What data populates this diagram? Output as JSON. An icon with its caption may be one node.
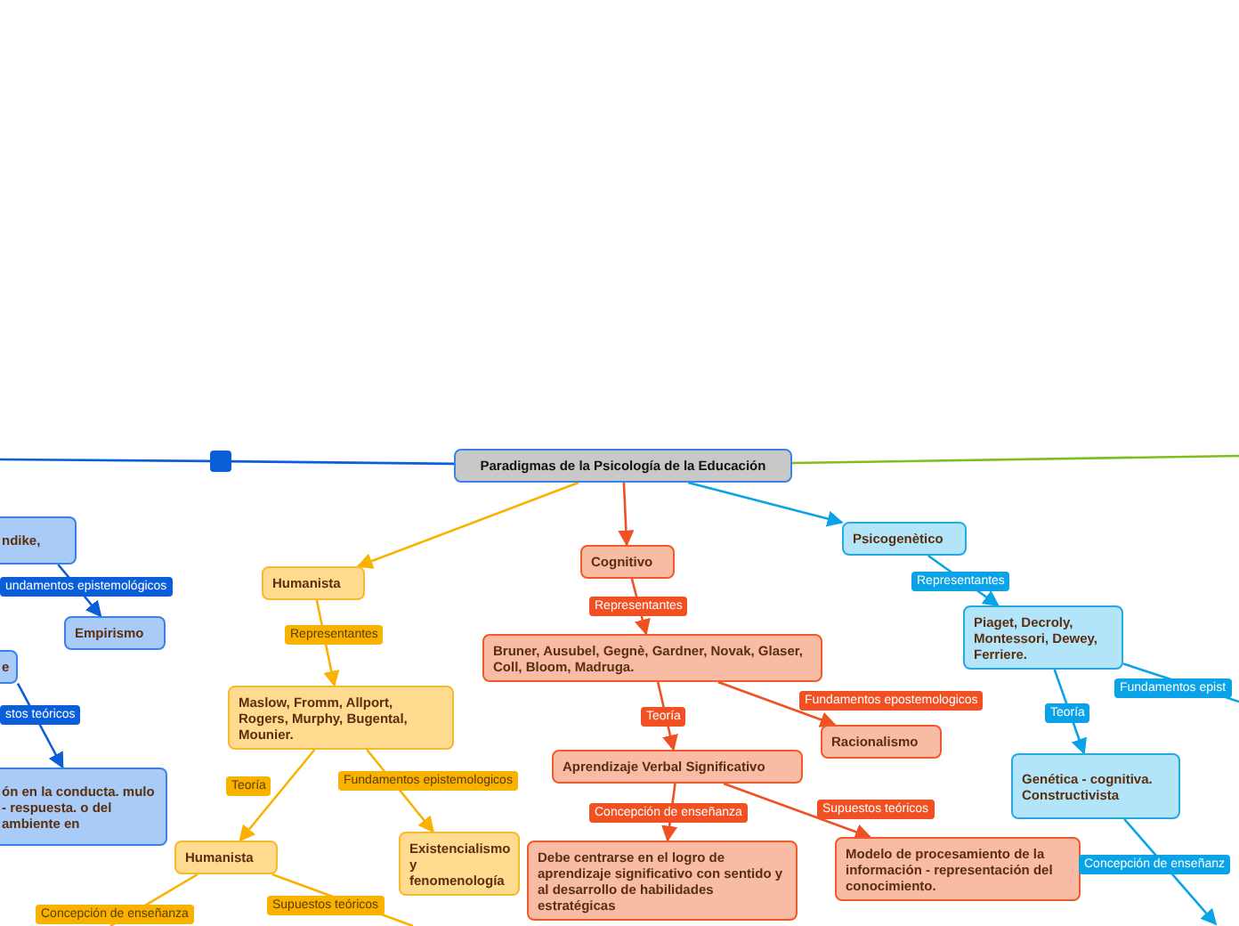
{
  "diagram": {
    "nodes": [
      {
        "text": [
          "Paradigmas de la Psicología de la Educación"
        ]
      },
      {
        "text": [
          "Humanista"
        ]
      },
      {
        "text": [
          "Maslow, Fromm, Allport, Rogers, Murphy, Bugental, Mounier."
        ]
      },
      {
        "text": [
          "Humanista"
        ]
      },
      {
        "text": [
          "Existencialismo y fenomenología"
        ]
      },
      {
        "text": [
          "Cognitivo"
        ]
      },
      {
        "text": [
          "Bruner, Ausubel, Gegnè, Gardner, Novak, Glaser, Coll, Bloom, Madruga."
        ]
      },
      {
        "text": [
          "Racionalismo"
        ]
      },
      {
        "text": [
          "Aprendizaje Verbal Significativo"
        ]
      },
      {
        "text": [
          "Debe centrarse en el logro de aprendizaje significativo con sentido y al desarrollo de habilidades estratégicas"
        ]
      },
      {
        "text": [
          "Modelo de procesamiento de la información - representación del conocimiento."
        ]
      },
      {
        "text": [
          "Psicogenètico"
        ]
      },
      {
        "text": [
          "Piaget, Decroly, Montessori, Dewey, Ferriere."
        ]
      },
      {
        "text": [
          "Genética - cognitiva. Constructivista"
        ]
      },
      {
        "text": [
          "ndike,"
        ]
      },
      {
        "text": [
          "Empirismo"
        ]
      },
      {
        "text": [
          "e"
        ]
      },
      {
        "text": [
          "ón en la conducta. mulo - respuesta. o del ambiente en"
        ]
      },
      {
        "text": [],
        "shape": "box"
      }
    ],
    "edges": [
      {
        "from": 0,
        "to": 1,
        "arrow": "to",
        "color": "#f9b200"
      },
      {
        "from": 1,
        "to": 2,
        "arrow": "to",
        "label": "Representantes",
        "color": "#f9b200"
      },
      {
        "from": 2,
        "to": 3,
        "arrow": "to",
        "label": "Teoría",
        "color": "#f9b200"
      },
      {
        "from": 2,
        "to": 4,
        "arrow": "to",
        "label": "Fundamentos epistemologicos",
        "color": "#f9b200"
      },
      {
        "from": 3,
        "to": null,
        "arrow": "none",
        "label": "Supuestos teóricos",
        "color": "#f9b200"
      },
      {
        "from": 3,
        "to": null,
        "arrow": "none",
        "label": "Concepción de enseñanza",
        "color": "#f9b200"
      },
      {
        "from": 0,
        "to": 5,
        "arrow": "to",
        "color": "#f05022"
      },
      {
        "from": 5,
        "to": 6,
        "arrow": "to",
        "label": "Representantes",
        "color": "#f05022"
      },
      {
        "from": 6,
        "to": 8,
        "arrow": "to",
        "label": "Teoría",
        "color": "#f05022"
      },
      {
        "from": 6,
        "to": 7,
        "arrow": "to",
        "label": "Fundamentos epostemologicos",
        "color": "#f05022"
      },
      {
        "from": 8,
        "to": 9,
        "arrow": "to",
        "label": "Concepción de enseñanza",
        "color": "#f05022"
      },
      {
        "from": 8,
        "to": 10,
        "arrow": "to",
        "label": "Supuestos teóricos",
        "color": "#f05022"
      },
      {
        "from": 0,
        "to": 11,
        "arrow": "to",
        "color": "#0aa3e8"
      },
      {
        "from": 11,
        "to": 12,
        "arrow": "to",
        "label": "Representantes",
        "color": "#0aa3e8"
      },
      {
        "from": 12,
        "to": 13,
        "arrow": "to",
        "label": "Teoría",
        "color": "#0aa3e8"
      },
      {
        "from": 12,
        "to": null,
        "arrow": "none",
        "label": "Fundamentos epist",
        "color": "#0aa3e8"
      },
      {
        "from": 13,
        "to": null,
        "arrow": "to",
        "label": "Concepción de enseñanz",
        "color": "#0aa3e8"
      },
      {
        "from": 0,
        "to": 18,
        "arrow": "none",
        "color": "#0a5fd8"
      },
      {
        "from": 18,
        "to": null,
        "arrow": "none",
        "color": "#0a5fd8"
      },
      {
        "from": 0,
        "to": null,
        "arrow": "none",
        "color": "#7cbf1e"
      },
      {
        "from": 14,
        "to": 15,
        "arrow": "to",
        "label": "undamentos epistemológicos",
        "color": "#0a5fd8"
      },
      {
        "from": 16,
        "to": 17,
        "arrow": "to",
        "label": "stos teóricos",
        "color": "#0a5fd8"
      }
    ]
  }
}
